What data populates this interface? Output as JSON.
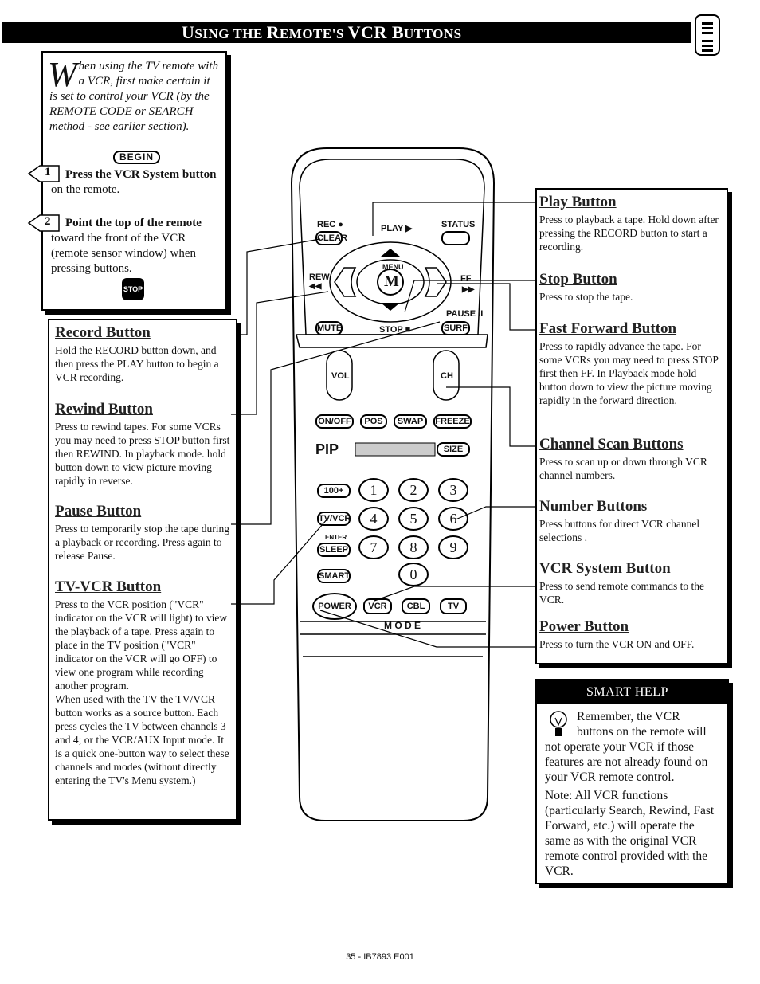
{
  "title": {
    "first": "U",
    "sc1": "SING THE ",
    "r": "R",
    "sc2": "EMOTE'S ",
    "vcr": "VCR ",
    "b": "B",
    "sc3": "UTTONS"
  },
  "intro": {
    "dropcap": "W",
    "text": "hen using the TV remote with a VCR, first make certain it is set to control your VCR (by the REMOTE CODE or SEARCH method - see earlier section).",
    "begin": "BEGIN",
    "step1_num": "1",
    "step1_bold": "Press the VCR System button",
    "step1_rest": " on the remote.",
    "step2_num": "2",
    "step2_bold": "Point the top of the remote",
    "step2_rest": " toward the front of the VCR (remote sensor window) when pressing buttons.",
    "stop": "STOP"
  },
  "left_sections": [
    {
      "title": "Record Button",
      "text": "Hold the RECORD button down, and then press the PLAY button to begin a VCR recording."
    },
    {
      "title": "Rewind Button",
      "text": "Press to rewind tapes. For some VCRs you may need to press STOP button first then REWIND. In playback mode. hold button down to view picture moving rapidly in reverse."
    },
    {
      "title": "Pause Button",
      "text": "Press to temporarily stop the tape during a playback or recording. Press again to release Pause."
    },
    {
      "title": "TV-VCR Button",
      "text": "Press to the VCR position (\"VCR\" indicator on the VCR will light) to view the playback of a tape. Press again to place in the TV position (\"VCR\" indicator on the VCR will go OFF) to view one program while recording another program.\nWhen used with the TV the TV/VCR button works as a source button. Each press cycles the TV between channels 3 and 4; or the VCR/AUX Input mode. It is a quick one-button way to select these channels and modes (without directly entering the TV's Menu system.)"
    }
  ],
  "right_sections": [
    {
      "title": "Play Button",
      "text": "Press to playback a tape. Hold down after pressing the RECORD button to start a recording."
    },
    {
      "title": "Stop Button",
      "text": "Press to stop the tape."
    },
    {
      "title": "Fast Forward Button",
      "text": "Press to rapidly advance the tape. For some VCRs you may need to press STOP first then FF. In Playback mode hold button down to view the picture moving rapidly in the forward direction."
    },
    {
      "title": "Channel Scan Buttons",
      "text": "Press to scan up or down through VCR channel numbers."
    },
    {
      "title": "Number Buttons",
      "text": "Press buttons for direct VCR channel selections ."
    },
    {
      "title": "VCR System Button",
      "text": "Press to send remote commands to the VCR."
    },
    {
      "title": "Power Button",
      "text": "Press to turn the VCR ON and OFF."
    }
  ],
  "smart_help": {
    "header": "SMART HELP",
    "p1": "Remember, the VCR buttons on the remote will not operate your VCR if those features are not already found on your VCR remote control.",
    "p2": "Note: All VCR functions (particularly Search, Rewind, Fast Forward, etc.) will operate the same as with the original VCR remote control provided with the VCR."
  },
  "remote": {
    "rec": "REC ●",
    "clear": "CLEAR",
    "play": "PLAY ▶",
    "status": "STATUS",
    "menu": "MENU",
    "m": "M",
    "rew": "REW",
    "rew_sym": "◀◀",
    "ff": "FF",
    "ff_sym": "▶▶",
    "pause": "PAUSE II",
    "mute": "MUTE",
    "stop": "STOP ■",
    "surf": "SURF",
    "vol": "VOL",
    "ch": "CH",
    "onoff": "ON/OFF",
    "pos": "POS",
    "swap": "SWAP",
    "freeze": "FREEZE",
    "pip": "PIP",
    "size": "SIZE",
    "hundred": "100+",
    "tvvcr": "TV/VCR",
    "enter": "ENTER",
    "sleep": "SLEEP",
    "smart": "SMART",
    "n1": "1",
    "n2": "2",
    "n3": "3",
    "n4": "4",
    "n5": "5",
    "n6": "6",
    "n7": "7",
    "n8": "8",
    "n9": "9",
    "n0": "0",
    "power": "POWER",
    "vcr": "VCR",
    "cbl": "CBL",
    "tv": "TV",
    "mode": "M O D E"
  },
  "footer": "35 - IB7893 E001"
}
